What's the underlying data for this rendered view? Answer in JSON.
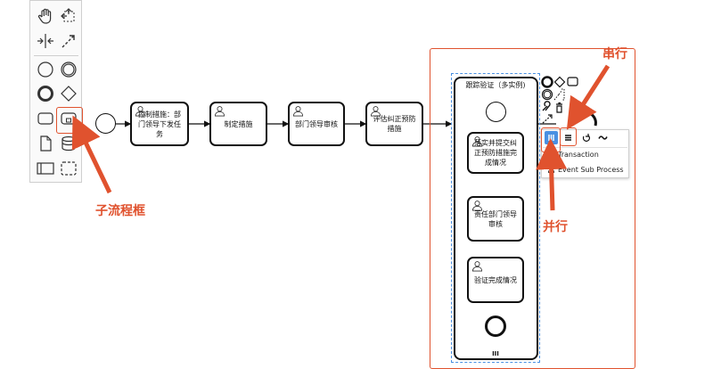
{
  "palette": {
    "tools": [
      "hand-tool",
      "lasso-tool",
      "space-tool",
      "global-connect-tool",
      "start-event",
      "intermediate-event",
      "end-event",
      "gateway",
      "task",
      "subprocess",
      "data-object",
      "data-store",
      "participant",
      "group"
    ]
  },
  "flow": {
    "task1": "控制措施：部门领导下发任务",
    "task2": "制定措施",
    "task3": "部门领导审核",
    "task4": "评估纠正预防措施"
  },
  "subprocess": {
    "title": "跟踪验证（多实例)",
    "task1": "落实并提交纠正预防措施完成情况",
    "task2": "责任部门领导审核",
    "task3": "验证完成情况",
    "marker": "III"
  },
  "popup": {
    "items": [
      "Transaction",
      "Event Sub Process"
    ]
  },
  "annotations": {
    "subprocess_label": "子流程框",
    "serial_label": "串行",
    "parallel_label": "并行"
  },
  "colors": {
    "accent": "#e0522e",
    "stroke": "#111111",
    "selection": "#4a90e2"
  }
}
